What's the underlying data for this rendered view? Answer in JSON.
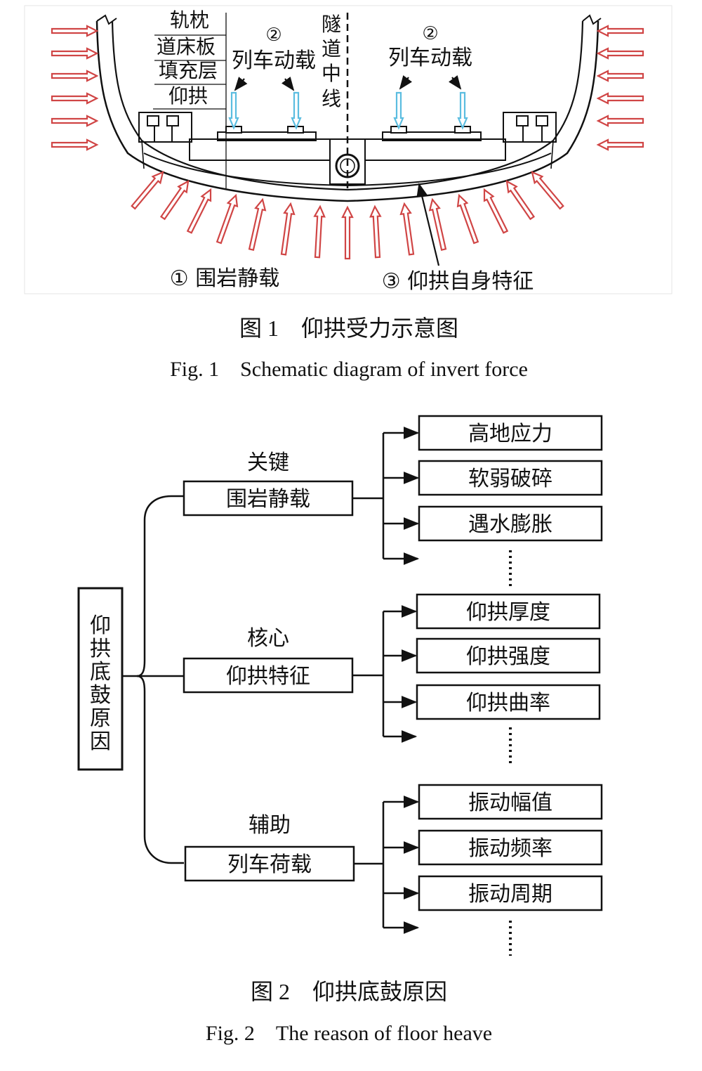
{
  "figure1": {
    "labels": {
      "sleeper": "轨枕",
      "bed_plate": "道床板",
      "fill_layer": "填充层",
      "invert": "仰拱",
      "centerline_chars": [
        "隧",
        "道",
        "中",
        "线"
      ],
      "load_num_left": "②",
      "load_left": "列车动载",
      "load_num_right": "②",
      "load_right": "列车动载",
      "rock_load": "① 围岩静载",
      "invert_self": "③ 仰拱自身特征"
    },
    "caption_cn": "图 1　仰拱受力示意图",
    "caption_en": "Fig. 1　Schematic diagram of invert force",
    "colors": {
      "pressure_arrow": "#d04545",
      "train_arrow": "#5bbde0"
    }
  },
  "figure2": {
    "root": "仰拱底鼓原因",
    "groups": [
      {
        "tag": "关键",
        "title": "围岩静载",
        "items": [
          "高地应力",
          "软弱破碎",
          "遇水膨胀"
        ]
      },
      {
        "tag": "核心",
        "title": "仰拱特征",
        "items": [
          "仰拱厚度",
          "仰拱强度",
          "仰拱曲率"
        ]
      },
      {
        "tag": "辅助",
        "title": "列车荷载",
        "items": [
          "振动幅值",
          "振动频率",
          "振动周期"
        ]
      }
    ],
    "caption_cn": "图 2　仰拱底鼓原因",
    "caption_en": "Fig. 2　The reason of floor heave"
  }
}
